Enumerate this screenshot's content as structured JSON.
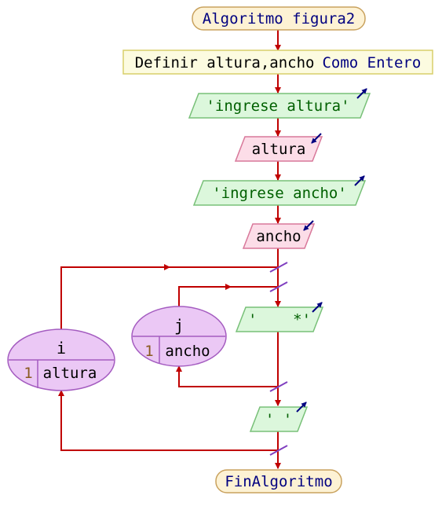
{
  "colors": {
    "flow_line": "#c00000",
    "terminal_fill": "#fdf2d4",
    "terminal_stroke": "#c9a25e",
    "terminal_text": "#000080",
    "define_fill": "#fcfbe0",
    "define_stroke": "#d8cf6a",
    "define_text_var": "#000000",
    "define_text_kw": "#000080",
    "output_fill": "#dcf7dc",
    "output_stroke": "#78c078",
    "output_text": "#006000",
    "input_fill": "#fcdde8",
    "input_stroke": "#d8789a",
    "input_text": "#000000",
    "loop_fill": "#ebc8f5",
    "loop_stroke": "#a45cc0",
    "loop_num": "#8a5a20",
    "slash_mark": "#8040c0",
    "io_arrow": "#000080"
  },
  "flowchart": {
    "start": "Algoritmo figura2",
    "define": {
      "vars": "Definir altura,ancho",
      "kw": "Como Entero"
    },
    "write_altura": "'ingrese altura'",
    "read_altura": "altura",
    "write_ancho": "'ingrese ancho'",
    "read_ancho": "ancho",
    "outer_loop": {
      "var": "i",
      "from": "1",
      "to": "altura"
    },
    "inner_loop": {
      "var": "j",
      "from": "1",
      "to": "ancho"
    },
    "write_star": "'    *'",
    "write_space": "' '",
    "end": "FinAlgoritmo",
    "icons": {
      "output": "arrow-up-right-icon",
      "input": "arrow-down-left-icon"
    }
  }
}
